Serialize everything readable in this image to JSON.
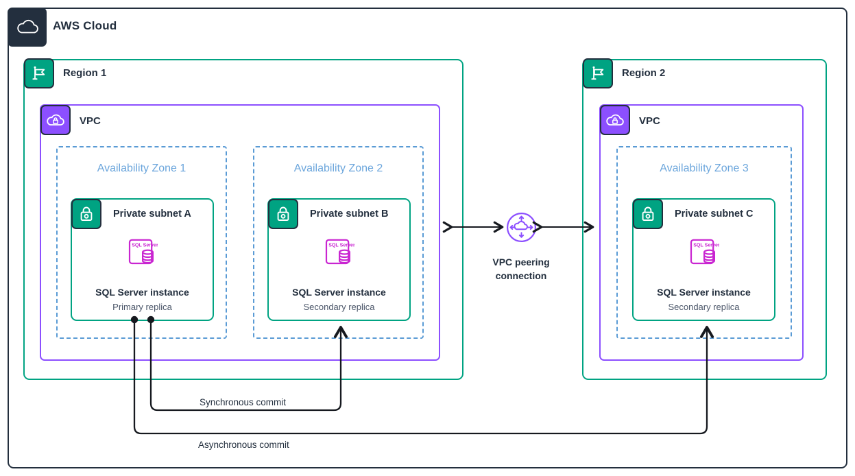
{
  "cloud": {
    "title": "AWS Cloud",
    "icon": "cloud-icon",
    "border_color": "#232F3E"
  },
  "regions": [
    {
      "label": "Region 1",
      "icon": "region-flag-icon",
      "color": "#00A382",
      "vpc": {
        "label": "VPC",
        "icon": "vpc-cloud-lock-icon",
        "color": "#8C4FFF"
      },
      "zones": [
        {
          "label": "Availability Zone 1",
          "color": "#6CA6DC",
          "subnet": {
            "label": "Private subnet A",
            "icon": "private-subnet-lock-icon",
            "color": "#00A382",
            "node": {
              "icon": "sql-server-icon",
              "icon_text": "SQL Server",
              "title": "SQL Server instance",
              "subtitle": "Primary replica",
              "color": "#C925D1"
            }
          }
        },
        {
          "label": "Availability Zone 2",
          "color": "#6CA6DC",
          "subnet": {
            "label": "Private subnet B",
            "icon": "private-subnet-lock-icon",
            "color": "#00A382",
            "node": {
              "icon": "sql-server-icon",
              "icon_text": "SQL Server",
              "title": "SQL Server instance",
              "subtitle": "Secondary replica",
              "color": "#C925D1"
            }
          }
        }
      ]
    },
    {
      "label": "Region 2",
      "icon": "region-flag-icon",
      "color": "#00A382",
      "vpc": {
        "label": "VPC",
        "icon": "vpc-cloud-lock-icon",
        "color": "#8C4FFF"
      },
      "zones": [
        {
          "label": "Availability Zone 3",
          "color": "#6CA6DC",
          "subnet": {
            "label": "Private subnet C",
            "icon": "private-subnet-lock-icon",
            "color": "#00A382",
            "node": {
              "icon": "sql-server-icon",
              "icon_text": "SQL Server",
              "title": "SQL Server instance",
              "subtitle": "Secondary replica",
              "color": "#C925D1"
            }
          }
        }
      ]
    }
  ],
  "peering": {
    "icon": "vpc-peering-icon",
    "label_line1": "VPC peering",
    "label_line2": "connection",
    "color": "#8C4FFF"
  },
  "connections": [
    {
      "label": "Synchronous commit",
      "from": "Private subnet A",
      "to": "Private subnet B",
      "color": "#16191F"
    },
    {
      "label": "Asynchronous commit",
      "from": "Private subnet A",
      "to": "Private subnet C",
      "color": "#16191F"
    }
  ]
}
